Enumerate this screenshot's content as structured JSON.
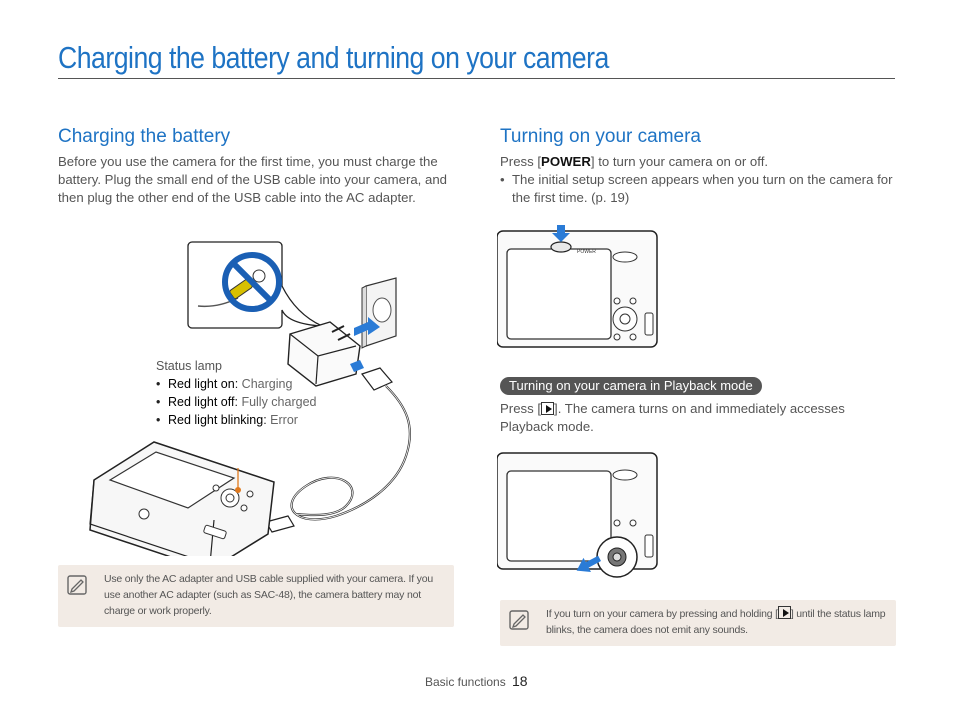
{
  "page_title": "Charging the battery and turning on your camera",
  "left": {
    "heading": "Charging the battery",
    "body": "Before you use the camera for the first time, you must charge the battery. Plug the small end of the USB cable into your camera, and then plug the other end of the USB cable into the AC adapter.",
    "status_lamp": {
      "title": "Status lamp",
      "items": [
        {
          "label": "Red light on",
          "value": "Charging"
        },
        {
          "label": "Red light off",
          "value": "Fully charged"
        },
        {
          "label": "Red light blinking",
          "value": "Error"
        }
      ]
    },
    "note": "Use only the AC adapter and USB cable supplied with your camera. If you use another AC adapter (such as SAC-48), the camera battery may not charge or work properly."
  },
  "right": {
    "heading": "Turning on your camera",
    "press_prefix": "Press [",
    "power_key": "POWER",
    "press_suffix": "] to turn your camera on or off.",
    "bullet": "The initial setup screen appears when you turn on the camera for the first time. (p. 19)",
    "pill": "Turning on your camera in Playback mode",
    "playback_prefix": "Press [",
    "playback_suffix": "]. The camera turns on and immediately accesses Playback mode.",
    "note_prefix": "If you turn on your camera by pressing and holding [",
    "note_suffix": "] until the status lamp blinks, the camera does not emit any sounds.",
    "power_label_on_camera": "POWER"
  },
  "footer": {
    "section": "Basic functions",
    "page": "18"
  },
  "colors": {
    "title_blue": "#1e73c4",
    "note_bg": "#f2ebe5",
    "prohibit_blue": "#1a5fb4",
    "arrow_blue": "#2a7bd6",
    "lamp_orange": "#e07a1f"
  }
}
